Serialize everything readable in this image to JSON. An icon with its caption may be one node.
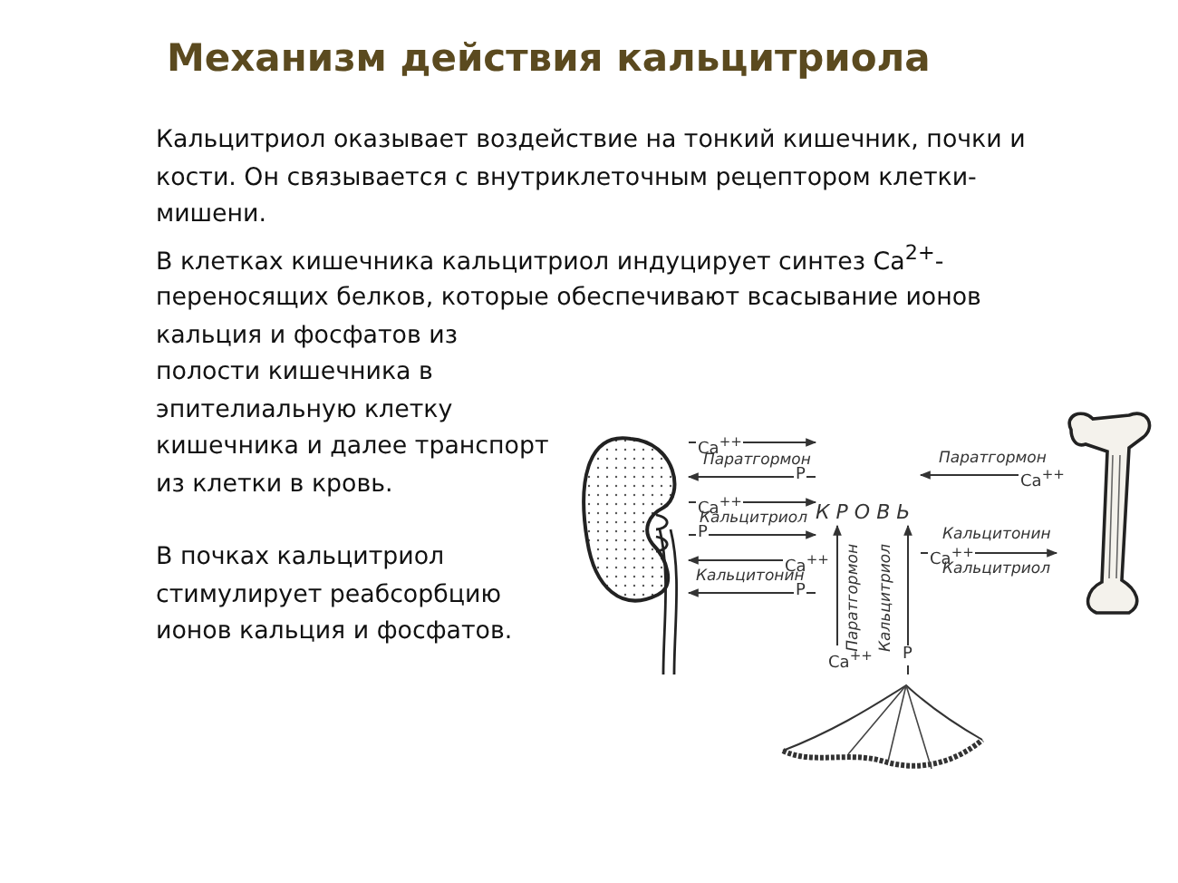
{
  "diagram": {
    "title": "Механизм действия кальцитриола",
    "nodes": [
      {
        "text": [],
        "shape": "picture"
      },
      {
        "text": [
          "К Р О В Ь"
        ]
      },
      {
        "text": [],
        "shape": "picture"
      },
      {
        "text": [],
        "shape": "picture"
      }
    ],
    "edges": [
      {
        "from": 0,
        "to": 1,
        "arrow": "to",
        "label": "Ca$^{++}$"
      },
      {
        "from": 1,
        "to": 0,
        "arrow": "to",
        "label": "P"
      },
      {
        "from": 0,
        "to": 1,
        "arrow": "to",
        "label": "Ca$^{++}$"
      },
      {
        "from": 0,
        "to": 1,
        "arrow": "to",
        "label": "P"
      },
      {
        "from": 1,
        "to": 0,
        "arrow": "to",
        "label": "Ca$^{++}$"
      },
      {
        "from": 1,
        "to": 0,
        "arrow": "to",
        "label": "P"
      },
      {
        "from": 2,
        "to": 1,
        "arrow": "to",
        "label": "Ca$^{++}$"
      },
      {
        "from": 1,
        "to": 2,
        "arrow": "to",
        "label": "Ca$^{++}$"
      },
      {
        "from": 3,
        "to": 1,
        "arrow": "to",
        "label": "Ca$^{++}$"
      },
      {
        "from": 3,
        "to": 1,
        "arrow": "to",
        "label": "P"
      }
    ],
    "labels": [
      "Кальцитриол оказывает воздействие на тонкий кишечник, почки и кости. Он связывается с внутриклеточным рецептором клетки-мишени.",
      "В клетках кишечника кальцитриол индуцирует синтез Ca$^{2+}$-переносящих белков, которые обеспечивают всасывание ионов кальция и фосфатов из полости кишечника в эпителиальную клетку кишечника и далее транспорт из клетки в кровь.",
      "В почках кальцитриол стимулирует реабсорбцию ионов кальция и фосфатов.",
      "Паратгормон",
      "Кальцитриол",
      "Кальцитонин",
      "Паратгормон",
      "Кальцитонин",
      "Кальцитриол",
      "Паратгормон",
      "Кальцитриол"
    ]
  }
}
